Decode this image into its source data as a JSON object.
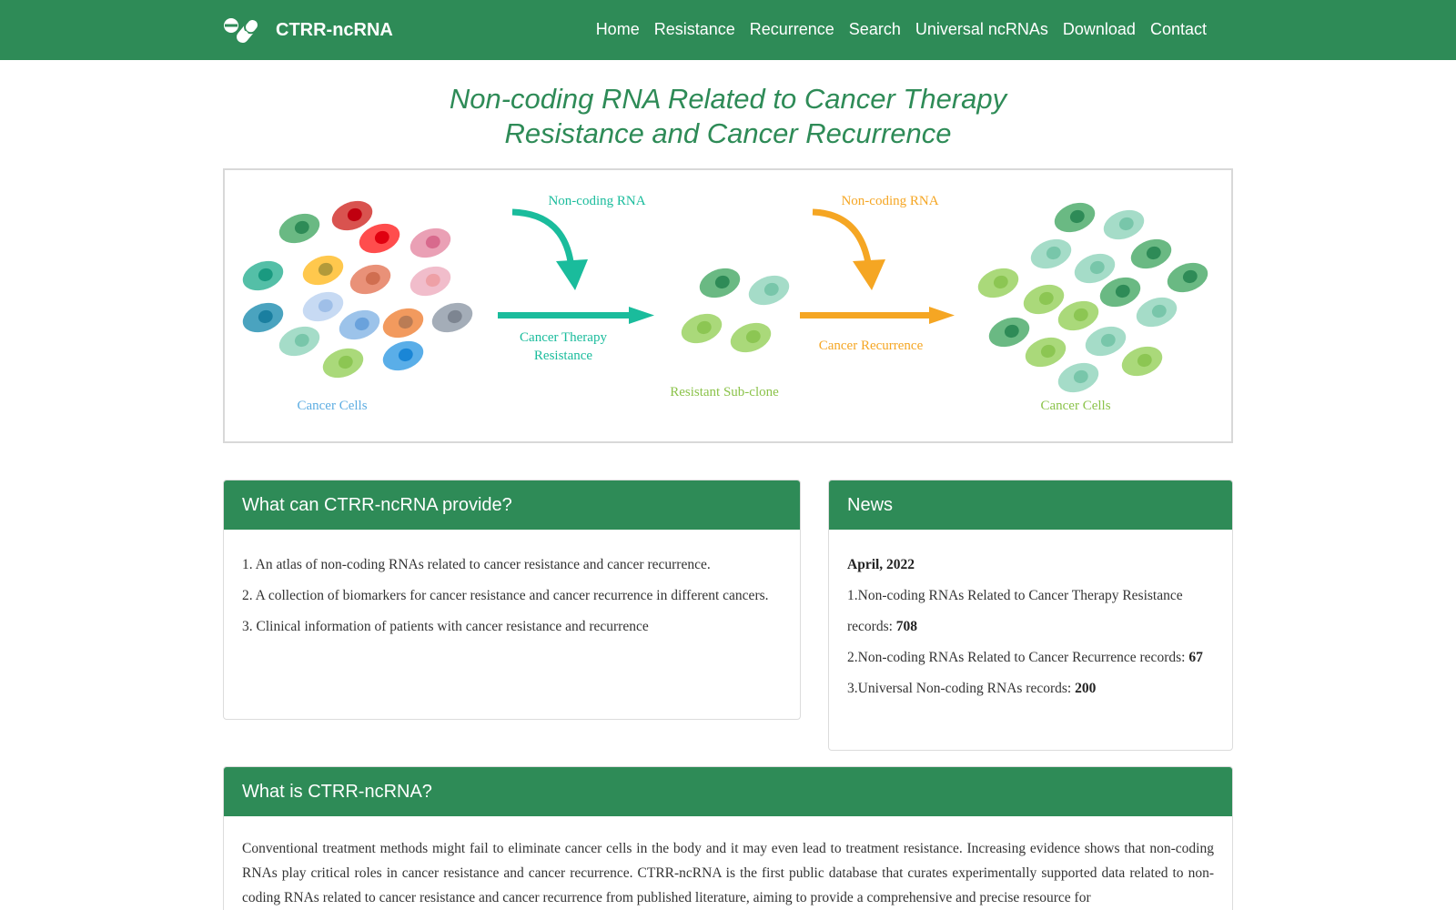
{
  "brand": {
    "name": "CTRR-ncRNA",
    "logo_icon": "capsule-pill-icon"
  },
  "nav": [
    "Home",
    "Resistance",
    "Recurrence",
    "Search",
    "Universal ncRNAs",
    "Download",
    "Contact"
  ],
  "title": {
    "line1": "Non-coding RNA Related to Cancer Therapy",
    "line2": "Resistance and Cancer Recurrence"
  },
  "figure": {
    "label_cells_left": "Cancer Cells",
    "arrow1_top": "Non-coding RNA",
    "arrow1_bottom_line1": "Cancer Therapy",
    "arrow1_bottom_line2": "Resistance",
    "label_subclone": "Resistant Sub-clone",
    "arrow2_top": "Non-coding RNA",
    "arrow2_bottom": "Cancer Recurrence",
    "label_cells_right": "Cancer Cells",
    "colors": {
      "teal": "#1abc9c",
      "orange": "#f5a623",
      "green": "#2e8b57",
      "blue_label": "#5dade2",
      "lime_label": "#8bc34a"
    }
  },
  "provide": {
    "heading": "What can CTRR-ncRNA provide?",
    "items": [
      "1. An atlas of non-coding RNAs related to cancer resistance and cancer recurrence.",
      "2. A collection of biomarkers for cancer resistance and cancer recurrence in different cancers.",
      "3. Clinical information of patients with cancer resistance and recurrence"
    ]
  },
  "news": {
    "heading": "News",
    "date": "April, 2022",
    "items": [
      {
        "text": "1.Non-coding RNAs Related to Cancer Therapy Resistance records: ",
        "value": "708"
      },
      {
        "text": "2.Non-coding RNAs Related to Cancer Recurrence records: ",
        "value": "67"
      },
      {
        "text": "3.Universal Non-coding RNAs records: ",
        "value": "200"
      }
    ]
  },
  "about": {
    "heading": "What is CTRR-ncRNA?",
    "text": "Conventional treatment methods might fail to eliminate cancer cells in the body and it may even lead to treatment resistance. Increasing evidence shows that non-coding RNAs play critical roles in cancer resistance and cancer recurrence. CTRR-ncRNA is the first public database that curates experimentally supported data related to non-coding RNAs related to cancer resistance and cancer recurrence from published literature, aiming to provide a comprehensive and precise resource for"
  }
}
